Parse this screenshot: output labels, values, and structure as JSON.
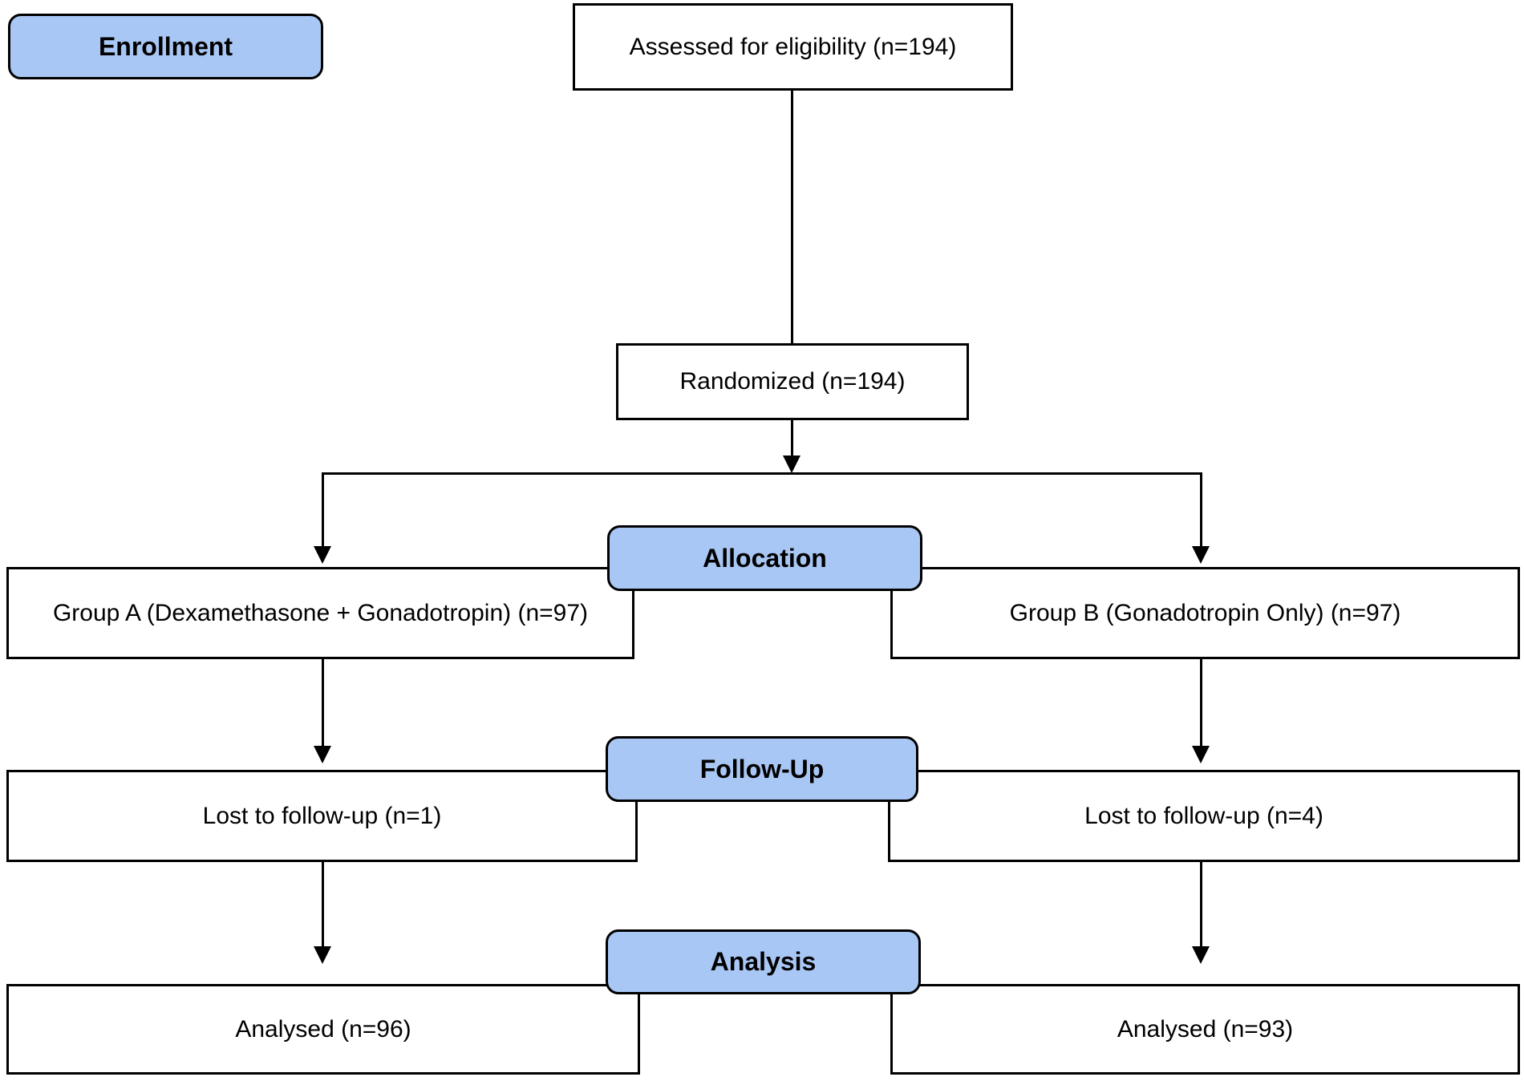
{
  "flowchart": {
    "type": "consort-flow-diagram",
    "stage_labels": {
      "enrollment": "Enrollment",
      "allocation": "Allocation",
      "followup": "Follow-Up",
      "analysis": "Analysis"
    },
    "nodes": {
      "assessed": "Assessed for eligibility (n=194)",
      "randomized": "Randomized (n=194)",
      "group_a": "Group A (Dexamethasone + Gonadotropin) (n=97)",
      "group_b": "Group B (Gonadotropin Only) (n=97)",
      "lost_a": "Lost to follow-up (n=1)",
      "lost_b": "Lost to follow-up (n=4)",
      "analysed_a": "Analysed (n=96)",
      "analysed_b": "Analysed (n=93)"
    },
    "counts": {
      "assessed": 194,
      "randomized": 194,
      "group_a": 97,
      "group_b": 97,
      "lost_a": 1,
      "lost_b": 4,
      "analysed_a": 96,
      "analysed_b": 93
    },
    "colors": {
      "stage_fill": "#a9c7f4",
      "stage_border": "#000000",
      "node_fill": "#ffffff",
      "node_border": "#000000",
      "connector": "#000000",
      "text": "#000000"
    }
  }
}
